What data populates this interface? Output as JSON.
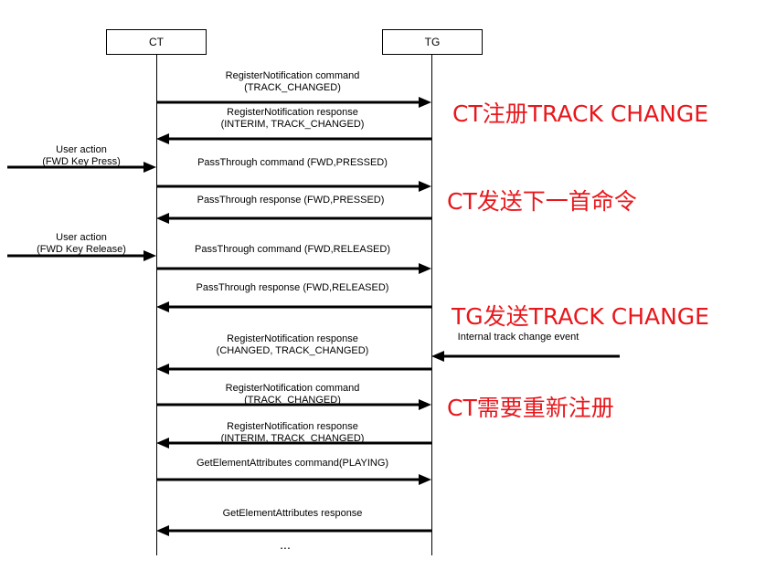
{
  "participants": {
    "ct": "CT",
    "tg": "TG"
  },
  "messages": [
    {
      "line1": "RegisterNotification command",
      "line2": "(TRACK_CHANGED)",
      "direction": "to-tg"
    },
    {
      "line1": "RegisterNotification response",
      "line2": "(INTERIM, TRACK_CHANGED)",
      "direction": "to-ct"
    },
    {
      "line1": "PassThrough command (FWD,PRESSED)",
      "line2": "",
      "direction": "to-tg"
    },
    {
      "line1": "PassThrough response (FWD,PRESSED)",
      "line2": "",
      "direction": "to-ct"
    },
    {
      "line1": "PassThrough command (FWD,RELEASED)",
      "line2": "",
      "direction": "to-tg"
    },
    {
      "line1": "PassThrough response (FWD,RELEASED)",
      "line2": "",
      "direction": "to-ct"
    },
    {
      "line1": "RegisterNotification response",
      "line2": "(CHANGED, TRACK_CHANGED)",
      "direction": "to-ct"
    },
    {
      "line1": "RegisterNotification command",
      "line2": "(TRACK_CHANGED)",
      "direction": "to-tg"
    },
    {
      "line1": "RegisterNotification response",
      "line2": "(INTERIM, TRACK_CHANGED)",
      "direction": "to-ct"
    },
    {
      "line1": "GetElementAttributes command(PLAYING)",
      "line2": "",
      "direction": "to-tg"
    },
    {
      "line1": "GetElementAttributes response",
      "line2": "",
      "direction": "to-ct"
    }
  ],
  "external_events": [
    {
      "line1": "User action",
      "line2": "(FWD Key Press)"
    },
    {
      "line1": "User action",
      "line2": "(FWD Key Release)"
    },
    {
      "line1": "Internal track change event",
      "line2": ""
    }
  ],
  "annotations": [
    "CT注册TRACK CHANGE",
    "CT发送下一首命令",
    "TG发送TRACK CHANGE",
    "CT需要重新注册"
  ],
  "ellipsis": "...",
  "colors": {
    "annotation": "#e8171c",
    "line": "#000000"
  }
}
